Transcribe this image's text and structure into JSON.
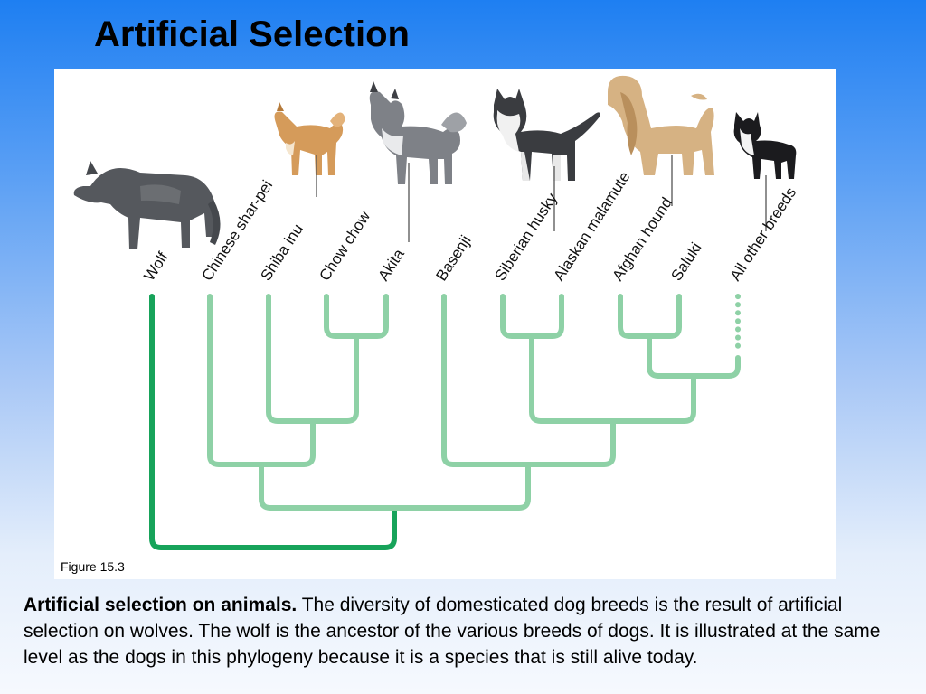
{
  "slide": {
    "title": "Artificial Selection"
  },
  "figure": {
    "label": "Figure 15.3",
    "colors": {
      "ancestor_branch": "#17a35a",
      "breed_branch": "#8ed1a6",
      "background": "#ffffff"
    },
    "taxa": [
      {
        "label": "Wolf",
        "animal": "wolf"
      },
      {
        "label": "Chinese shar-pei",
        "animal": "none"
      },
      {
        "label": "Shiba inu",
        "animal": "shiba-inu"
      },
      {
        "label": "Chow chow",
        "animal": "none"
      },
      {
        "label": "Akita",
        "animal": "akita"
      },
      {
        "label": "Basenji",
        "animal": "none"
      },
      {
        "label": "Siberian husky",
        "animal": "siberian-husky"
      },
      {
        "label": "Alaskan malamute",
        "animal": "none"
      },
      {
        "label": "Afghan hound",
        "animal": "afghan-hound"
      },
      {
        "label": "Saluki",
        "animal": "none"
      },
      {
        "label": "All other breeds",
        "animal": "boston-terrier"
      }
    ]
  },
  "caption": {
    "bold": "Artificial selection on animals.",
    "text": " The diversity of domesticated dog breeds is the result of artificial selection on wolves. The wolf is the ancestor of the various breeds of dogs. It is illustrated at the same level as the dogs in this phylogeny because it is a species that is still alive today."
  }
}
